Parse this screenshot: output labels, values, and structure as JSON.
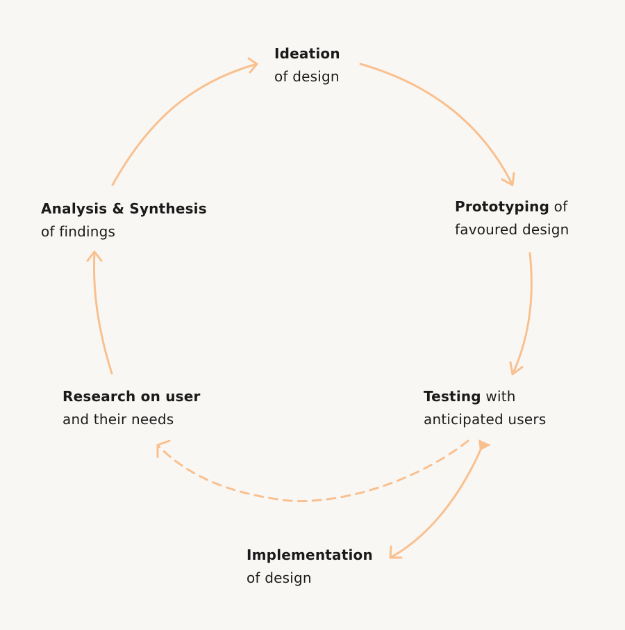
{
  "colors": {
    "background": "#f9f7f4",
    "arrow": "#f9c08f",
    "text": "#1a1a1a"
  },
  "nodes": {
    "ideation": {
      "bold": "Ideation",
      "rest": "",
      "line2": "of design"
    },
    "prototyping": {
      "bold": "Prototyping",
      "rest": " of",
      "line2": "favoured design"
    },
    "testing": {
      "bold": "Testing",
      "rest": " with",
      "line2": "anticipated users"
    },
    "implementation": {
      "bold": "Implementation",
      "rest": "",
      "line2": "of design"
    },
    "research": {
      "bold": "Research on user",
      "rest": "",
      "line2": "and their needs"
    },
    "analysis": {
      "bold": "Analysis & Synthesis",
      "rest": "",
      "line2": "of findings"
    }
  }
}
